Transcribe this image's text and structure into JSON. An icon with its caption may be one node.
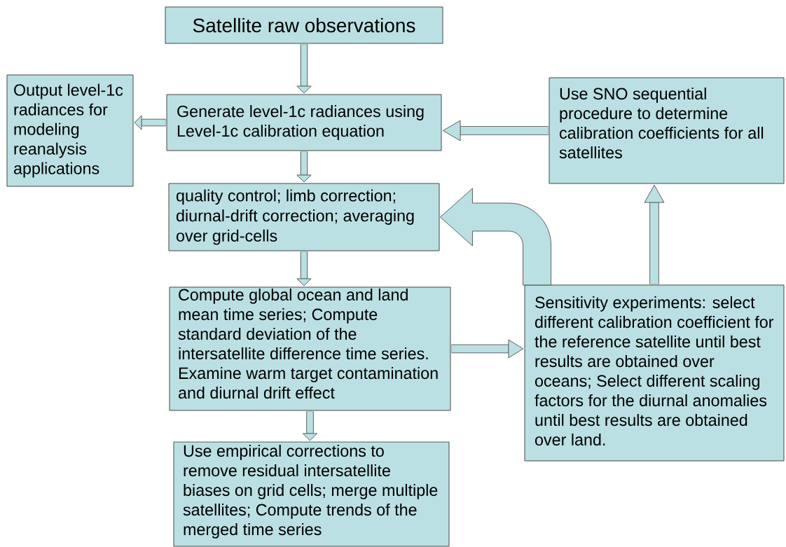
{
  "diagram": {
    "nodes": [
      {
        "text": [
          "Satellite raw observations"
        ]
      },
      {
        "text": [
          "Output level-1c radiances for modeling reanalysis applications"
        ]
      },
      {
        "text": [
          "Generate level-1c radiances using Level-1c calibration equation"
        ]
      },
      {
        "text": [
          "Use SNO sequential procedure to determine calibration coefficients for all satellites"
        ]
      },
      {
        "text": [
          "quality control; limb correction; diurnal-drift correction; averaging over grid-cells"
        ]
      },
      {
        "text": [
          "Compute global ocean and land mean time series; Compute standard deviation of the intersatellite difference time series.  Examine warm target contamination and diurnal drift effect"
        ]
      },
      {
        "text": [
          "Sensitivity experiments: select different calibration coefficient for the reference satellite until best results are obtained over oceans; Select different scaling factors for the diurnal anomalies until best results are obtained over land."
        ]
      },
      {
        "text": [
          "Use empirical corrections to remove residual intersatellite biases on grid cells; merge multiple satellites;  Compute trends of the merged time series"
        ]
      }
    ],
    "edges": [
      {
        "from": 0,
        "to": 2,
        "arrow": "to"
      },
      {
        "from": 2,
        "to": 1,
        "arrow": "to"
      },
      {
        "from": 3,
        "to": 2,
        "arrow": "to"
      },
      {
        "from": 2,
        "to": 4,
        "arrow": "to"
      },
      {
        "from": 6,
        "to": 4,
        "arrow": "to",
        "style": "thick"
      },
      {
        "from": 4,
        "to": 5,
        "arrow": "to"
      },
      {
        "from": 5,
        "to": 6,
        "arrow": "to"
      },
      {
        "from": 6,
        "to": 3,
        "arrow": "to"
      },
      {
        "from": 5,
        "to": 7,
        "arrow": "to"
      }
    ]
  }
}
